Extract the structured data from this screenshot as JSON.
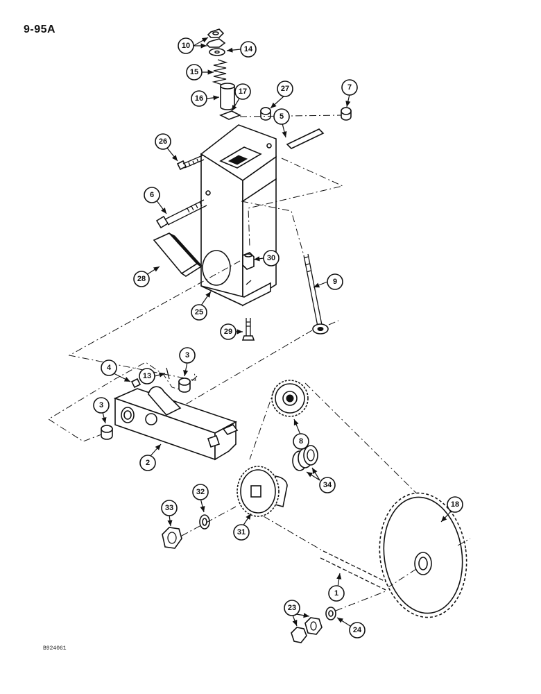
{
  "page_number": "9-95A",
  "figure_code": "B924061",
  "callouts": {
    "c10": "10",
    "c14": "14",
    "c15": "15",
    "c16": "16",
    "c17": "17",
    "c27": "27",
    "c7": "7",
    "c5": "5",
    "c26": "26",
    "c6": "6",
    "c28": "28",
    "c30": "30",
    "c9": "9",
    "c25": "25",
    "c29": "29",
    "c4": "4",
    "c13": "13",
    "c3a": "3",
    "c3b": "3",
    "c2": "2",
    "c8": "8",
    "c34": "34",
    "c18": "18",
    "c32": "32",
    "c33": "33",
    "c31": "31",
    "c1": "1",
    "c23": "23",
    "c24": "24"
  }
}
